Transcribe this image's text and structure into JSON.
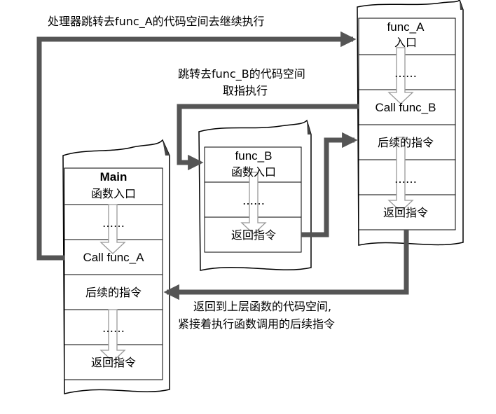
{
  "annotations": {
    "jump_to_a": "处理器跳转去func_A的代码空间去继续执行",
    "jump_to_b_line1": "跳转去func_B的代码空间",
    "jump_to_b_line2": "取指执行",
    "return_line1": "返回到上层函数的代码空间,",
    "return_line2": "紧接着执行函数调用的后续指令"
  },
  "main": {
    "title": "Main",
    "entry": "函数入口",
    "dots1": "……",
    "call": "Call func_A",
    "after": "后续的指令",
    "dots2": "……",
    "ret": "返回指令"
  },
  "func_b": {
    "title": "func_B",
    "entry": "函数入口",
    "dots": "……",
    "ret": "返回指令"
  },
  "func_a": {
    "title": "func_A",
    "entry": "入口",
    "dots1": "……",
    "call": "Call func_B",
    "after": "后续的指令",
    "dots2": "……",
    "ret": "返回指令"
  },
  "colors": {
    "flow_arrow": "#555555",
    "inner_arrow": "#999999",
    "block_border": "#000000",
    "block_shadow": "#444444"
  }
}
